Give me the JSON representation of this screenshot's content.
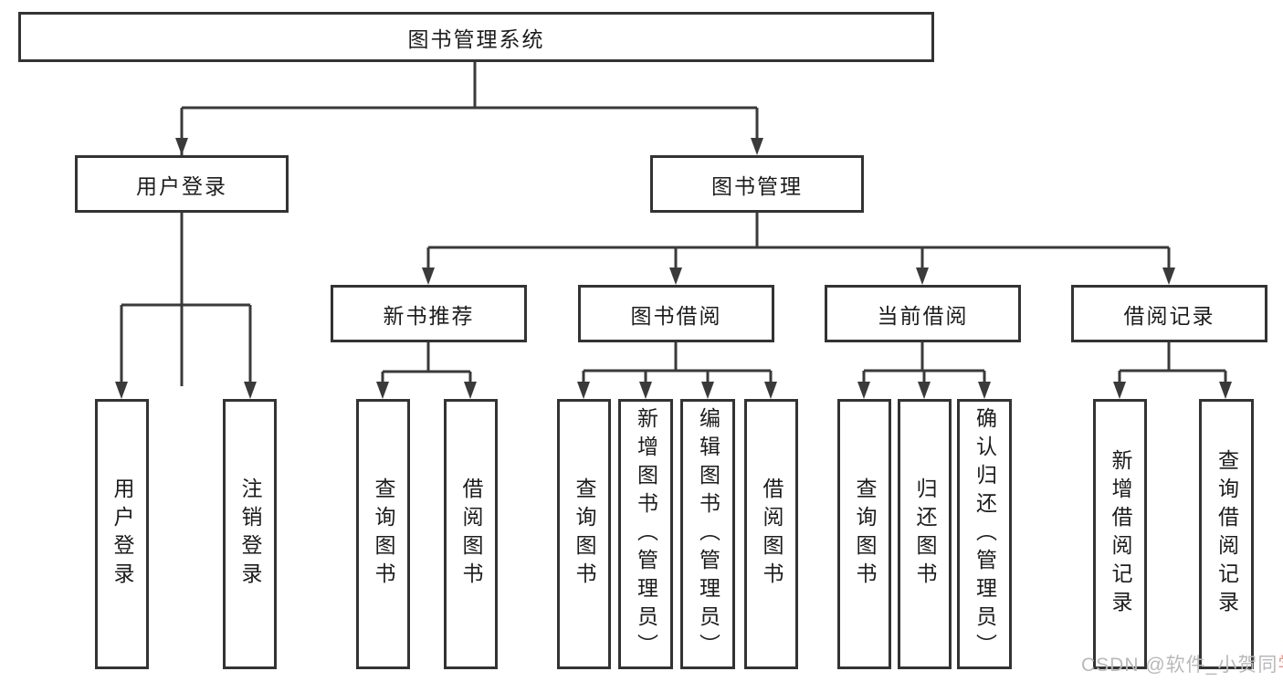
{
  "diagram": {
    "title": "图书管理系统",
    "nodes": {
      "root": "图书管理系统",
      "user_login": "用户登录",
      "book_mgmt": "图书管理",
      "new_books": "新书推荐",
      "book_borrow": "图书借阅",
      "current_borrow": "当前借阅",
      "borrow_records": "借阅记录",
      "leaves_user_login": [
        "用户登录",
        "注销登录"
      ],
      "leaves_new_books": [
        "查询图书",
        "借阅图书"
      ],
      "leaves_book_borrow": [
        "查询图书",
        "新增图书（管理员）",
        "编辑图书（管理员）",
        "借阅图书"
      ],
      "leaves_current_borrow": [
        "查询图书",
        "归还图书",
        "确认归还（管理员）"
      ],
      "leaves_borrow_records": [
        "新增借阅记录",
        "查询借阅记录"
      ]
    }
  },
  "watermark": {
    "prefix": "CSDN @软件_小贺同",
    "accent": "学"
  },
  "colors": {
    "line": "#3a3a3a",
    "border": "#333333",
    "text": "#1c1c1c",
    "watermark": "#b9b9b9",
    "watermark_accent": "#ef978c"
  }
}
